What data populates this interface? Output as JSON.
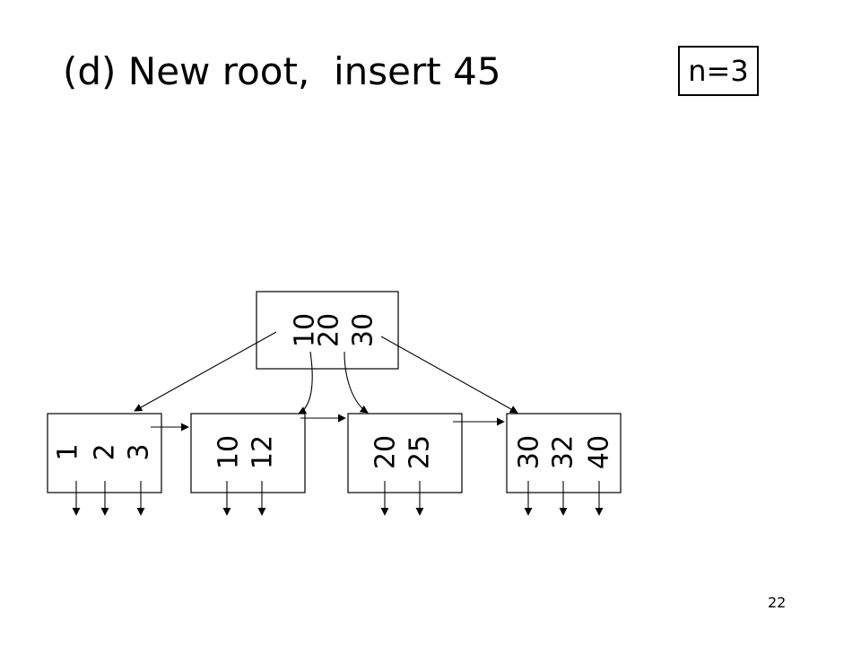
{
  "title": "(d) New root,  insert 45",
  "order_label": "n=3",
  "page_number": "22",
  "tree": {
    "root": {
      "keys": [
        "10",
        "20",
        "30"
      ]
    },
    "leaves": [
      {
        "keys": [
          "1",
          "2",
          "3"
        ]
      },
      {
        "keys": [
          "10",
          "12"
        ]
      },
      {
        "keys": [
          "20",
          "25"
        ]
      },
      {
        "keys": [
          "30",
          "32",
          "40"
        ]
      }
    ]
  }
}
